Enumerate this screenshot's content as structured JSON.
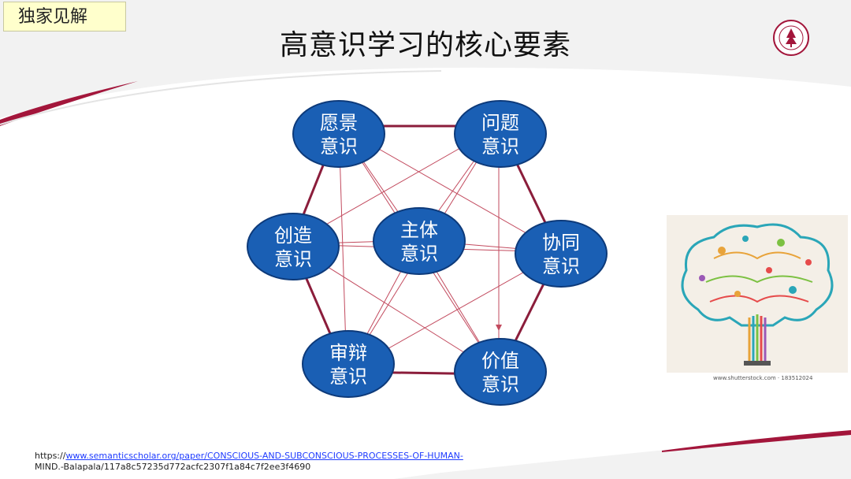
{
  "tag_label": "独家见解",
  "title": "高意识学习的核心要素",
  "nodes": [
    {
      "id": "vision",
      "line1": "愿景",
      "line2": "意识"
    },
    {
      "id": "problem",
      "line1": "问题",
      "line2": "意识"
    },
    {
      "id": "create",
      "line1": "创造",
      "line2": "意识"
    },
    {
      "id": "subject",
      "line1": "主体",
      "line2": "意识"
    },
    {
      "id": "collab",
      "line1": "协同",
      "line2": "意识"
    },
    {
      "id": "critical",
      "line1": "审辩",
      "line2": "意识"
    },
    {
      "id": "value",
      "line1": "价值",
      "line2": "意识"
    }
  ],
  "colors": {
    "node_fill": "#1a5fb4",
    "node_stroke": "#0d3a7a",
    "hex_edge": "#8b1d3b",
    "web_edge": "#c24a5e",
    "accent": "#a3163b"
  },
  "image_caption": "www.shutterstock.com · 183512024",
  "footer": {
    "prefix": "https://",
    "link_text": "www.semanticscholar.org/paper/CONSCIOUS-AND-SUBCONSCIOUS-PROCESSES-OF-HUMAN-",
    "line2": "MIND.-Balapala/117a8c57235d772acfc2307f1a84c7f2ee3f4690"
  }
}
